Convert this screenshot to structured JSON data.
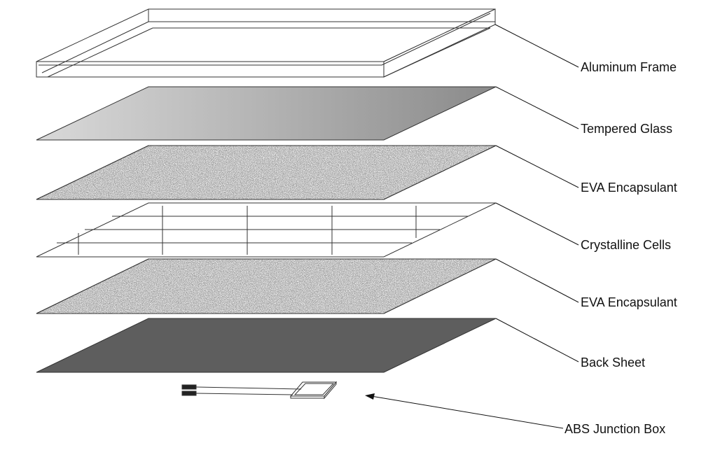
{
  "labels": {
    "aluminum_frame": "Aluminum Frame",
    "tempered_glass": "Tempered Glass",
    "eva_top": "EVA Encapsulant",
    "crystalline_cells": "Crystalline Cells",
    "eva_bottom": "EVA Encapsulant",
    "back_sheet": "Back Sheet",
    "junction_box": "ABS Junction Box"
  },
  "colors": {
    "outline": "#333333",
    "glass_light": "#d6d6d6",
    "glass_dark": "#8c8c8c",
    "eva_base": "#e6e6e6",
    "eva_speckle": "#6a6a6a",
    "back_sheet": "#5e5e5e"
  }
}
